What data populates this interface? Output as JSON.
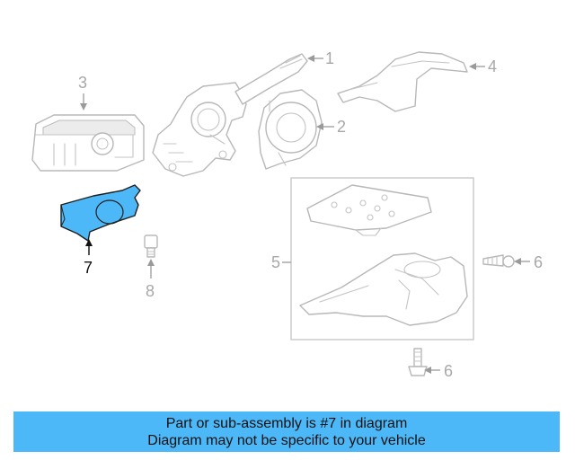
{
  "diagram": {
    "callouts": [
      {
        "id": "1",
        "label": "1"
      },
      {
        "id": "2",
        "label": "2"
      },
      {
        "id": "3",
        "label": "3"
      },
      {
        "id": "4",
        "label": "4"
      },
      {
        "id": "5",
        "label": "5"
      },
      {
        "id": "6a",
        "label": "6"
      },
      {
        "id": "6b",
        "label": "6"
      },
      {
        "id": "7",
        "label": "7"
      },
      {
        "id": "8",
        "label": "8"
      }
    ],
    "highlighted_part": "7",
    "highlight_color": "#4db8f7",
    "part_line_color": "#b8b8b8"
  },
  "banner": {
    "line1": "Part or sub-assembly is #7 in diagram",
    "line2": "Diagram may not be specific to your vehicle",
    "background": "#4db8f7"
  }
}
